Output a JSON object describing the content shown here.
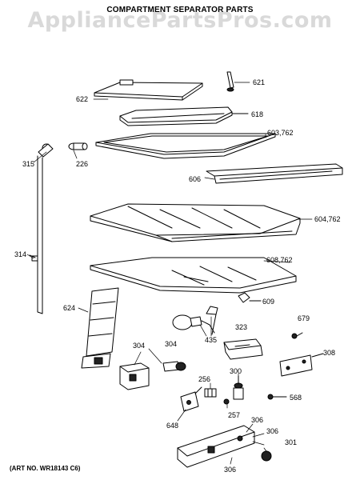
{
  "watermark": "AppliancePartsPros.com",
  "title": "COMPARTMENT SEPARATOR PARTS",
  "art_number": "(ART NO. WR18143 C6)",
  "callouts": {
    "c621": "621",
    "c622": "622",
    "c618": "618",
    "c603": "603,762",
    "c315": "315",
    "c226": "226",
    "c606": "606",
    "c604": "604,762",
    "c314": "314",
    "c608": "608,762",
    "c609": "609",
    "c624": "624",
    "c679": "679",
    "c323": "323",
    "c435": "435",
    "c308": "308",
    "c304a": "304",
    "c304b": "304",
    "c300": "300",
    "c256": "256",
    "c568": "568",
    "c257": "257",
    "c648": "648",
    "c306a": "306",
    "c306b": "306",
    "c301": "301",
    "c306c": "306"
  }
}
